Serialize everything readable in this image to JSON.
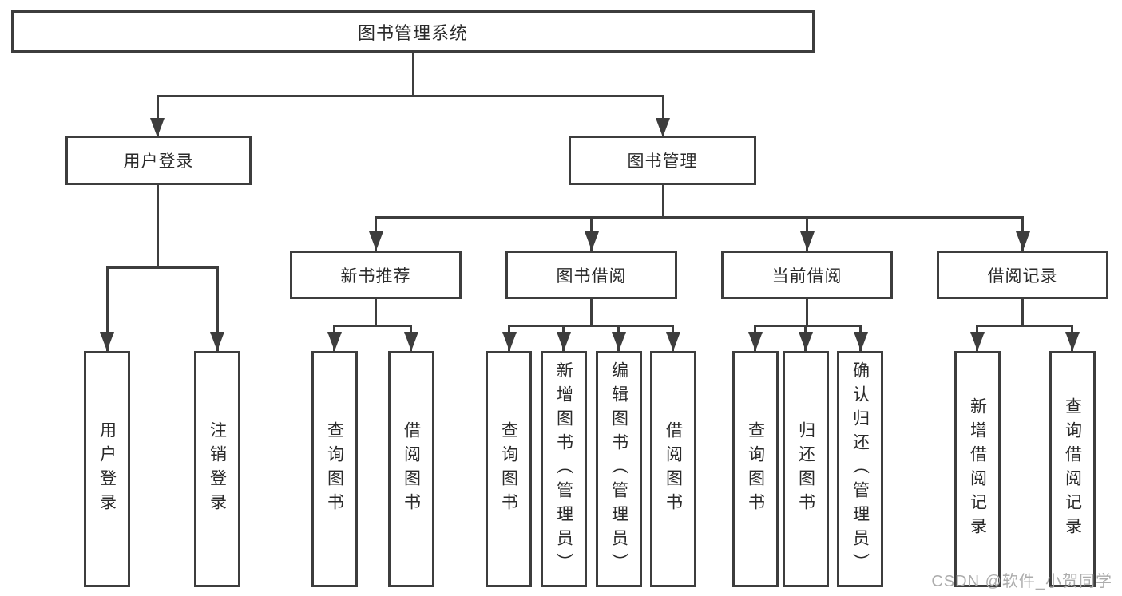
{
  "diagram": {
    "title": "图书管理系统",
    "level2": {
      "user_login": "用户登录",
      "book_mgmt": "图书管理"
    },
    "level3": {
      "new_books": "新书推荐",
      "book_borrow": "图书借阅",
      "current_borrow": "当前借阅",
      "borrow_records": "借阅记录"
    },
    "leaves": {
      "user": [
        "用户登录",
        "注销登录"
      ],
      "recommend": [
        "查询图书",
        "借阅图书"
      ],
      "borrow": [
        "查询图书",
        "新增图书（管理员）",
        "编辑图书（管理员）",
        "借阅图书"
      ],
      "current": [
        "查询图书",
        "归还图书",
        "确认归还（管理员）"
      ],
      "records": [
        "新增借阅记录",
        "查询借阅记录"
      ]
    }
  },
  "watermark": "CSDN @软件_小贺同学",
  "colors": {
    "line": "#3d3d3d",
    "text": "#2a2a2a",
    "watermark": "#acacac",
    "background": "#ffffff"
  }
}
